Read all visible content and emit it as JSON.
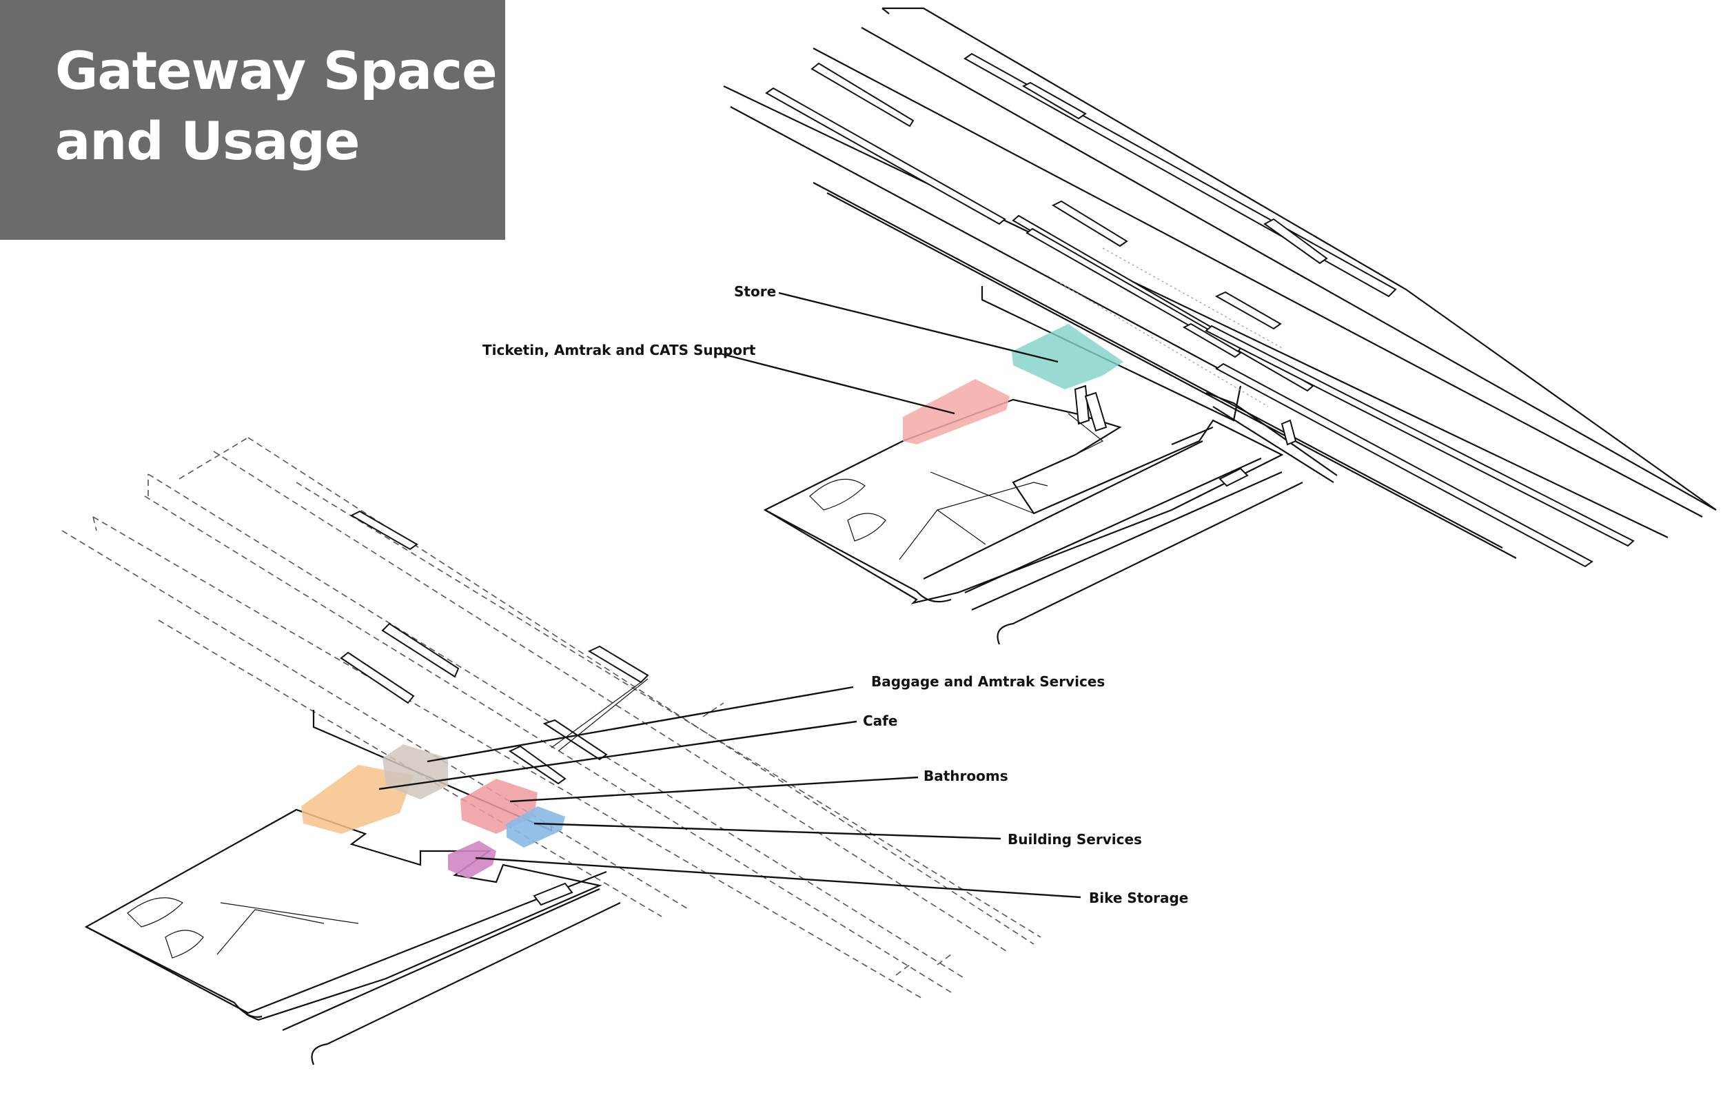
{
  "title": {
    "line1": "Gateway Space",
    "line2": "and Usage"
  },
  "labels": {
    "store": "Store",
    "ticketing": "Ticketin, Amtrak and CATS Support",
    "baggage": "Baggage and Amtrak Services",
    "cafe": "Cafe",
    "bathrooms": "Bathrooms",
    "building_services": "Building Services",
    "bike_storage": "Bike Storage"
  },
  "colors": {
    "title_background": "#6b6b6b",
    "title_text": "#ffffff",
    "store": "#7fd1c7",
    "ticketing": "#f4a9a6",
    "baggage": "#cfc6bd",
    "cafe": "#f7c28a",
    "bathrooms": "#ef9aa0",
    "building_services": "#8ab9e6",
    "bike_storage": "#cf86c2"
  }
}
